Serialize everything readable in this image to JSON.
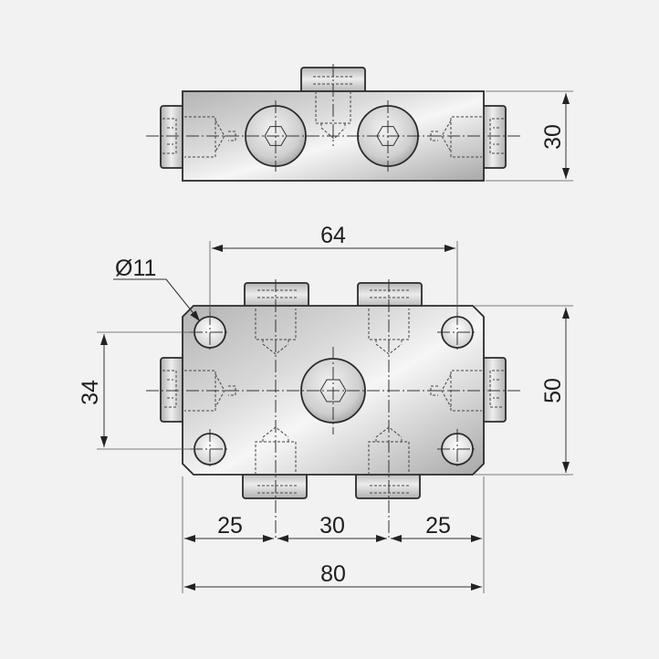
{
  "colors": {
    "background": "#f2f2f2",
    "metal_light": "#f4f4f4",
    "metal_mid": "#cfcfcf",
    "metal_dark": "#a9a9a9",
    "line": "#2b2b2b"
  },
  "dimensions": {
    "top_height": "30",
    "hole_spacing": "64",
    "hole_diameter": "Ø11",
    "vertical_hole_spacing": "34",
    "body_height": "50",
    "left_offset": "25",
    "center_spacing": "30",
    "right_offset": "25",
    "overall_width": "80"
  }
}
